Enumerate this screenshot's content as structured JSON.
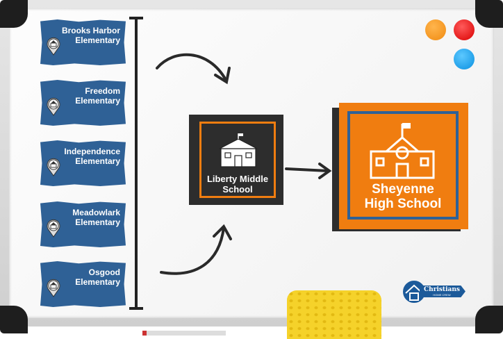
{
  "elementary_schools": [
    {
      "line1": "Brooks Harbor",
      "line2": "Elementary"
    },
    {
      "line1": "Freedom",
      "line2": "Elementary"
    },
    {
      "line1": "Independence",
      "line2": "Elementary"
    },
    {
      "line1": "Meadowlark",
      "line2": "Elementary"
    },
    {
      "line1": "Osgood",
      "line2": "Elementary"
    }
  ],
  "middle_school": {
    "line1": "Liberty Middle",
    "line2": "School"
  },
  "high_school": {
    "line1": "Sheyenne",
    "line2": "High School"
  },
  "logo": {
    "name": "Christians",
    "tagline": "HOME CREW"
  },
  "colors": {
    "blue": "#2f6196",
    "orange": "#f07d10",
    "dark": "#2d2d2d"
  }
}
